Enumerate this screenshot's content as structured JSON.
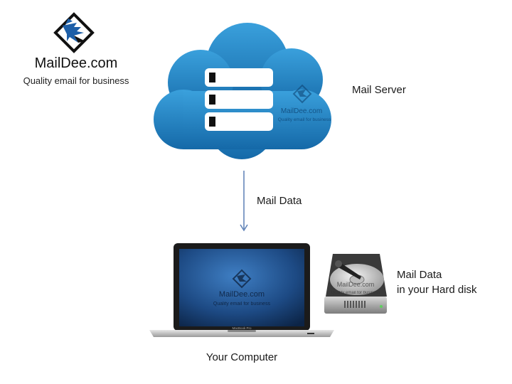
{
  "logo": {
    "name": "MailDee.com",
    "tagline": "Quality email for business"
  },
  "server": {
    "label": "Mail Server",
    "watermark_name": "MailDee.com",
    "watermark_tagline": "Quality email for business",
    "icon": "server-stack-icon"
  },
  "flow": {
    "arrow_label": "Mail Data",
    "icon": "arrow-down-icon"
  },
  "computer": {
    "label": "Your Computer",
    "screen_name": "MailDee.com",
    "screen_tagline": "Quality email for business",
    "model": "MacBook Pro",
    "icon": "laptop-icon"
  },
  "harddisk": {
    "label_line1": "Mail Data",
    "label_line2": "in your Hard disk",
    "watermark_name": "MailDee.com",
    "watermark_tagline": "Quality email for business",
    "icon": "hard-disk-icon"
  },
  "colors": {
    "cloud_top": "#3aa0dc",
    "cloud_bottom": "#1569a8",
    "arrow": "#5b7fb5",
    "screen_dark": "#0c2446",
    "screen_light": "#3f7fc4"
  }
}
